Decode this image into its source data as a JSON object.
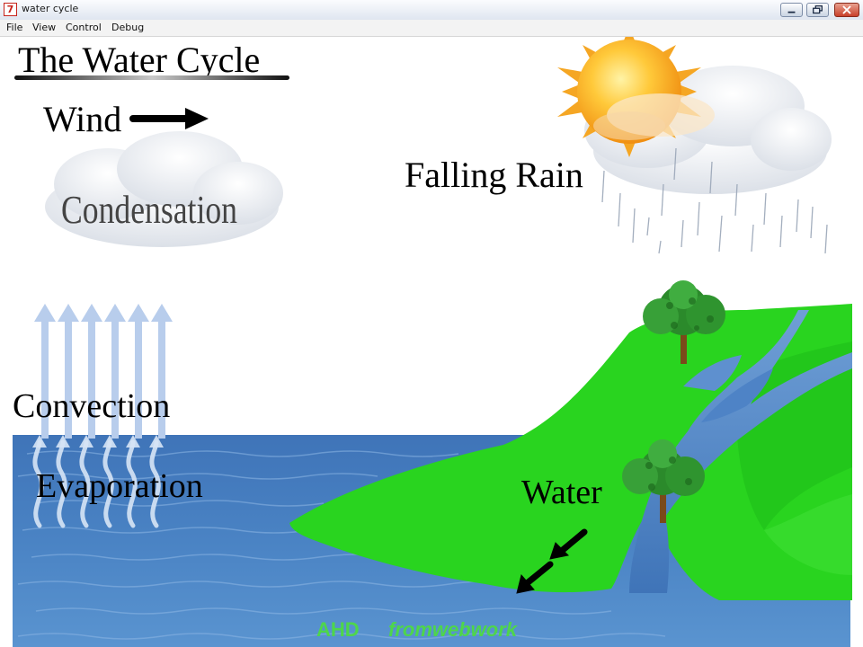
{
  "window": {
    "title": "water cycle",
    "app_icon_label": "7"
  },
  "menu": {
    "items": [
      "File",
      "View",
      "Control",
      "Debug"
    ]
  },
  "diagram": {
    "title": "The Water Cycle",
    "labels": {
      "wind": "Wind",
      "condensation": "Condensation",
      "falling_rain": "Falling Rain",
      "convection": "Convection",
      "evaporation": "Evaporation",
      "water": "Water"
    },
    "credit": {
      "prefix": "AHD",
      "suffix": "fromwebwork"
    }
  },
  "colors": {
    "sea": "#3b6fb4",
    "land": "#29d41f",
    "sun": "#f5b21e",
    "credit": "#4ed64b"
  }
}
